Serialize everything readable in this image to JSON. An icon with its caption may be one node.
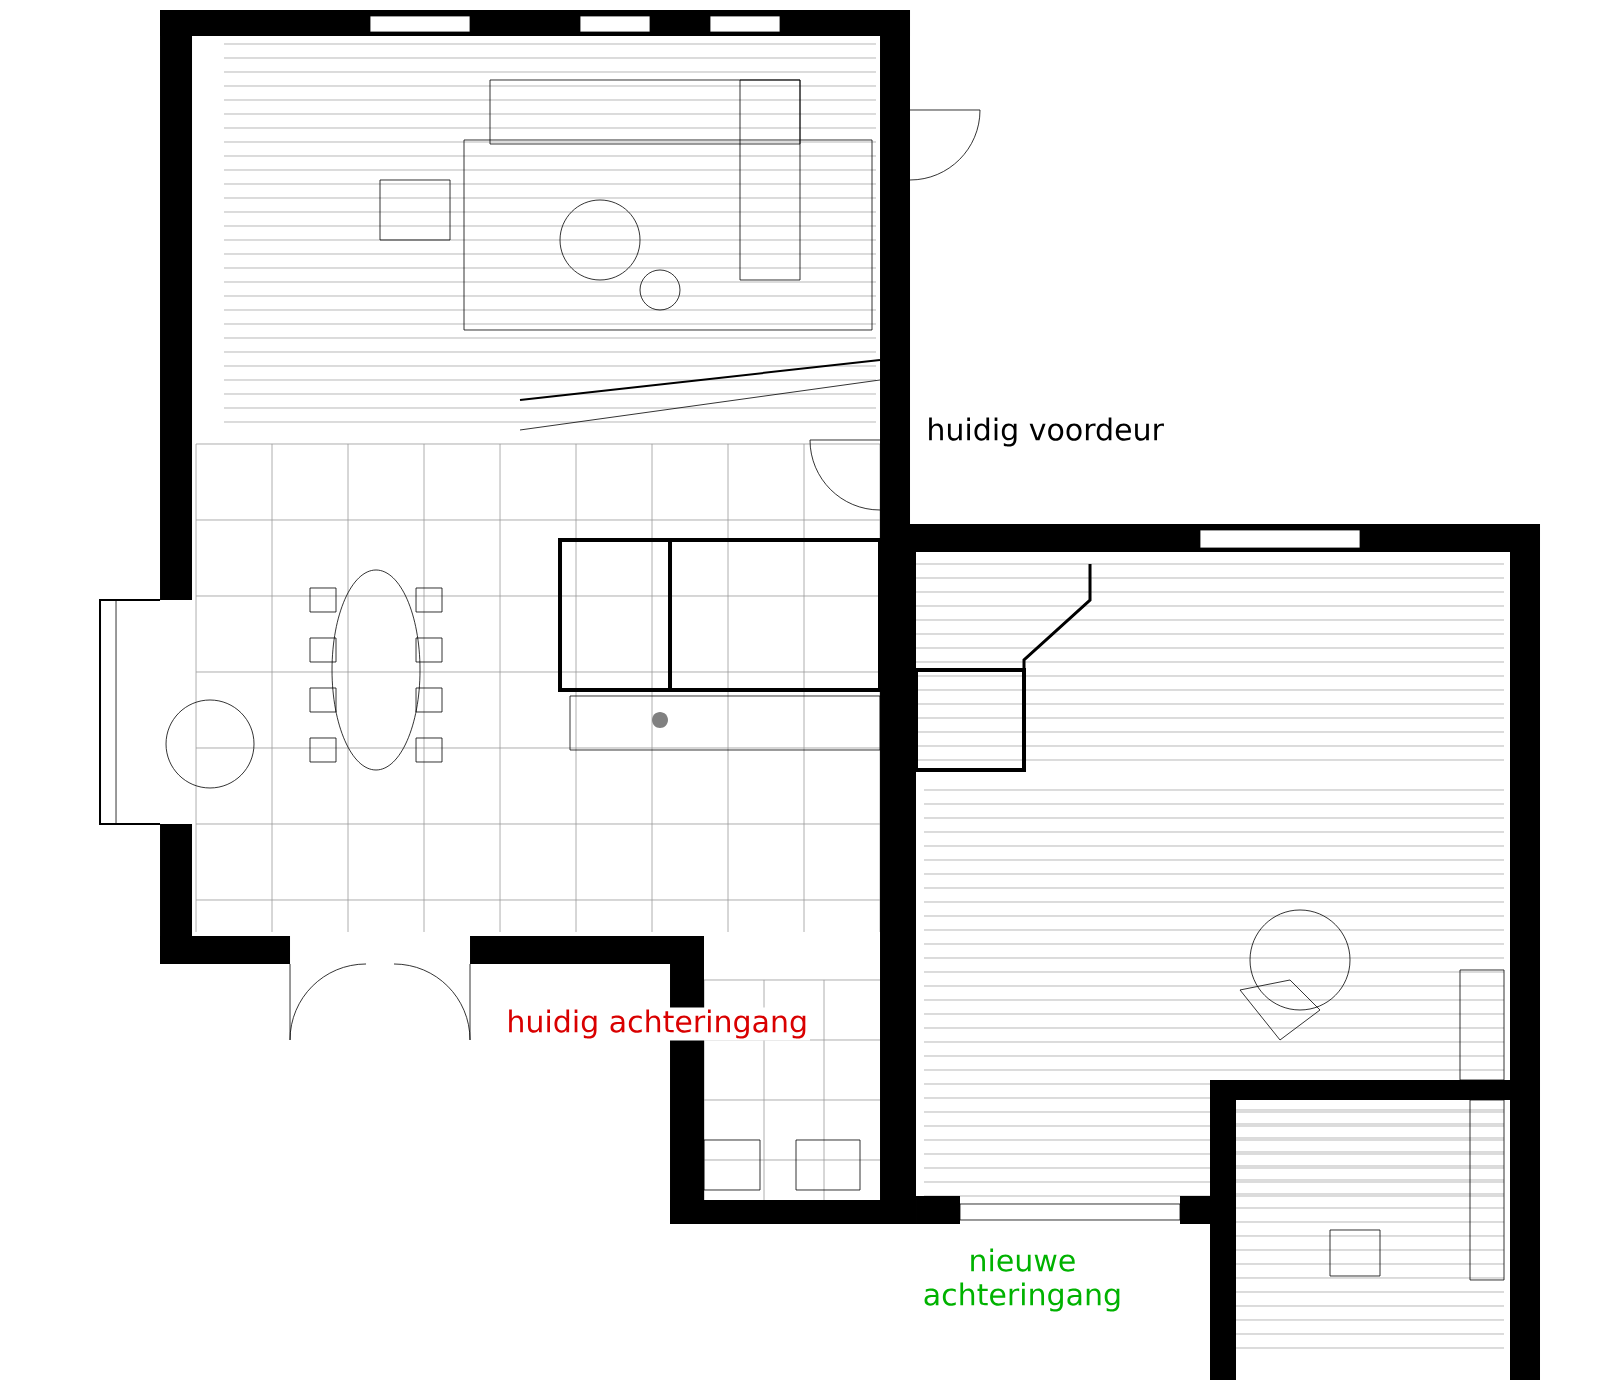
{
  "diagram": {
    "labels": [
      "huidig voordeur",
      "huidig achteringang",
      "nieuwe achteringang"
    ]
  }
}
